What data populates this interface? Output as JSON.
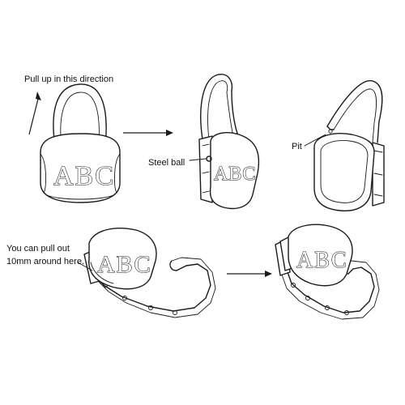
{
  "annotations": {
    "pull_up": "Pull up in this direction",
    "steel_ball": "Steel ball",
    "pit": "Pit",
    "pull_out_line1": "You can pull out",
    "pull_out_line2": "10mm around here."
  },
  "monogram": {
    "text": "ABC"
  },
  "colors": {
    "ink": "#1a1a1a",
    "background": "#ffffff"
  }
}
